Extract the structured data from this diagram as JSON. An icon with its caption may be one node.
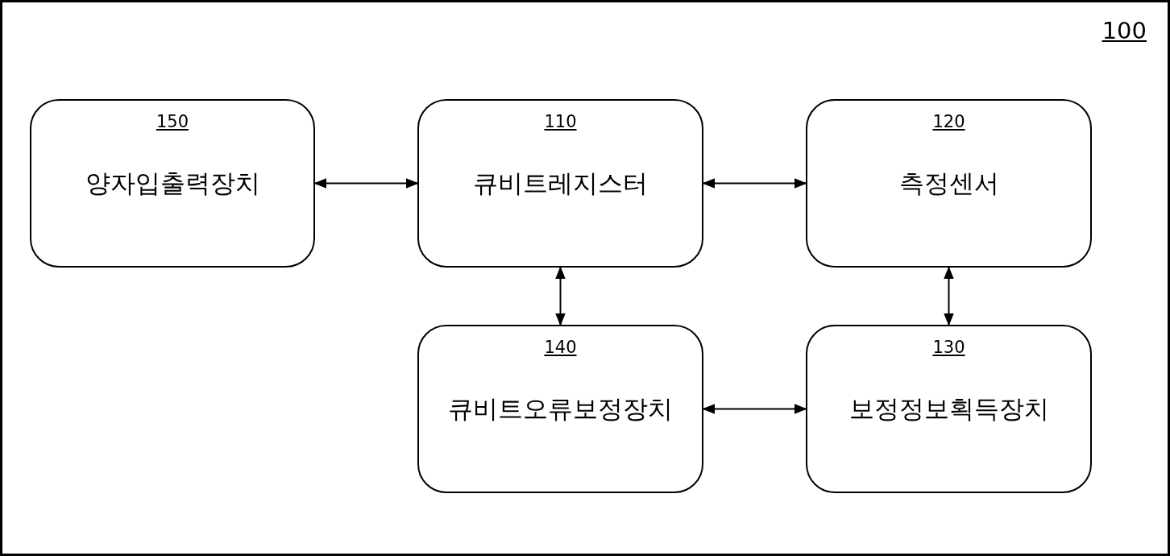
{
  "diagram": {
    "nodes": [
      {
        "text": [
          "100"
        ]
      },
      {
        "text": [
          "150",
          "양자입출력장치"
        ],
        "in": 0
      },
      {
        "text": [
          "110",
          "큐비트레지스터"
        ],
        "in": 0
      },
      {
        "text": [
          "120",
          "측정센서"
        ],
        "in": 0
      },
      {
        "text": [
          "140",
          "큐비트오류보정장치"
        ],
        "in": 0
      },
      {
        "text": [
          "130",
          "보정정보획득장치"
        ],
        "in": 0
      }
    ],
    "edges": [
      {
        "from": 1,
        "to": 2,
        "arrow": "both"
      },
      {
        "from": 2,
        "to": 3,
        "arrow": "both"
      },
      {
        "from": 2,
        "to": 4,
        "arrow": "both"
      },
      {
        "from": 3,
        "to": 5,
        "arrow": "both"
      },
      {
        "from": 4,
        "to": 5,
        "arrow": "both"
      }
    ]
  }
}
